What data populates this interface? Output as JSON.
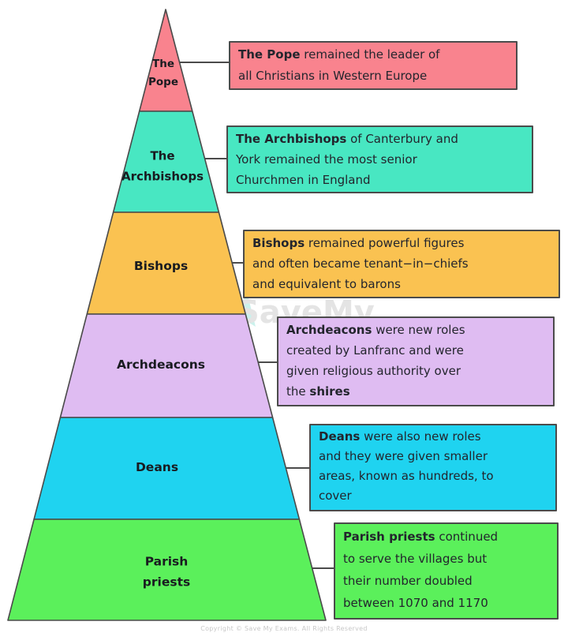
{
  "pyramid": {
    "levels": [
      {
        "id": "pope",
        "label_lines": [
          "The",
          "Pope"
        ],
        "color": "#f9838e",
        "callout": {
          "lines": [
            [
              {
                "t": "The Pope",
                "b": true
              },
              {
                "t": " remained the leader of",
                "b": false
              }
            ],
            [
              {
                "t": "all Christians in Western Europe",
                "b": false
              }
            ]
          ]
        }
      },
      {
        "id": "archbishops",
        "label_lines": [
          "The",
          "Archbishops"
        ],
        "color": "#48e7c2",
        "callout": {
          "lines": [
            [
              {
                "t": "The Archbishops",
                "b": true
              },
              {
                "t": " of Canterbury and",
                "b": false
              }
            ],
            [
              {
                "t": "York remained the most senior",
                "b": false
              }
            ],
            [
              {
                "t": "Churchmen in England",
                "b": false
              }
            ]
          ]
        }
      },
      {
        "id": "bishops",
        "label_lines": [
          "Bishops"
        ],
        "color": "#fac251",
        "callout": {
          "lines": [
            [
              {
                "t": "Bishops",
                "b": true
              },
              {
                "t": " remained powerful figures",
                "b": false
              }
            ],
            [
              {
                "t": "and often became tenant−in−chiefs",
                "b": false
              }
            ],
            [
              {
                "t": "and equivalent to barons",
                "b": false
              }
            ]
          ]
        }
      },
      {
        "id": "archdeacons",
        "label_lines": [
          "Archdeacons"
        ],
        "color": "#dfbcf2",
        "callout": {
          "lines": [
            [
              {
                "t": "Archdeacons",
                "b": true
              },
              {
                "t": " were new roles",
                "b": false
              }
            ],
            [
              {
                "t": "created by Lanfranc and were",
                "b": false
              }
            ],
            [
              {
                "t": "given religious authority over",
                "b": false
              }
            ],
            [
              {
                "t": "the ",
                "b": false
              },
              {
                "t": "shires",
                "b": true
              }
            ]
          ]
        }
      },
      {
        "id": "deans",
        "label_lines": [
          "Deans"
        ],
        "color": "#1fd3f0",
        "callout": {
          "lines": [
            [
              {
                "t": "Deans",
                "b": true
              },
              {
                "t": " were also new roles",
                "b": false
              }
            ],
            [
              {
                "t": "and they were given smaller",
                "b": false
              }
            ],
            [
              {
                "t": "areas, known as hundreds, to",
                "b": false
              }
            ],
            [
              {
                "t": "cover",
                "b": false
              }
            ]
          ]
        }
      },
      {
        "id": "parish-priests",
        "label_lines": [
          "Parish",
          "priests"
        ],
        "color": "#5bf05b",
        "callout": {
          "lines": [
            [
              {
                "t": "Parish priests",
                "b": true
              },
              {
                "t": " continued",
                "b": false
              }
            ],
            [
              {
                "t": "to serve the villages but",
                "b": false
              }
            ],
            [
              {
                "t": "their number doubled",
                "b": false
              }
            ],
            [
              {
                "t": "between 1070 and 1170",
                "b": false
              }
            ]
          ]
        }
      }
    ]
  },
  "watermark": {
    "text": "SaveMy",
    "text_color": "#e4e4e4",
    "logo_color": "#b9ece6"
  },
  "footer": {
    "copyright": "Copyright © Save My Exams. All Rights Reserved"
  }
}
